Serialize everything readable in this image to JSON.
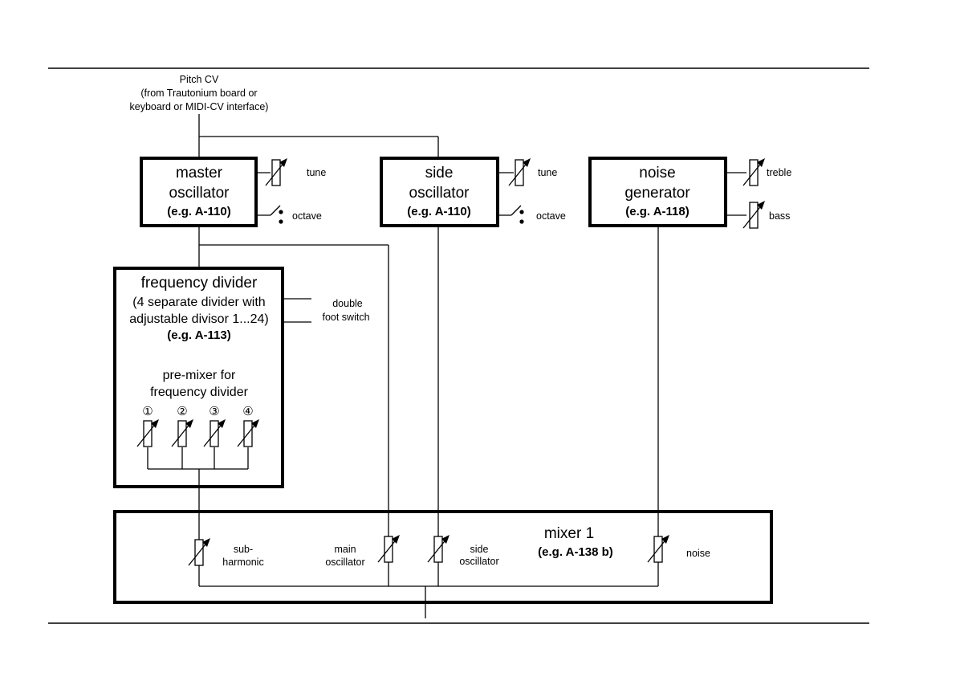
{
  "pitch_cv": {
    "line1": "Pitch CV",
    "line2": "(from Trautonium board or",
    "line3": "keyboard or MIDI-CV interface)"
  },
  "master_osc": {
    "line1": "master",
    "line2": "oscillator",
    "model": "(e.g. A-110)",
    "tune_label": "tune",
    "octave_label": "octave"
  },
  "side_osc": {
    "line1": "side",
    "line2": "oscillator",
    "model": "(e.g. A-110)",
    "tune_label": "tune",
    "octave_label": "octave"
  },
  "noise_gen": {
    "line1": "noise",
    "line2": "generator",
    "model": "(e.g. A-118)",
    "treble_label": "treble",
    "bass_label": "bass"
  },
  "freq_divider": {
    "title": "frequency divider",
    "desc1": "(4 separate divider with",
    "desc2": "adjustable divisor 1...24)",
    "model": "(e.g. A-113)",
    "premix1": "pre-mixer for",
    "premix2": "frequency divider",
    "channels": [
      "①",
      "②",
      "③",
      "④"
    ],
    "double_label": "double",
    "foot_label": "foot switch"
  },
  "mixer": {
    "title": "mixer 1",
    "model": "(e.g. A-138 b)",
    "sub1": "sub-",
    "sub2": "harmonic",
    "main1": "main",
    "main2": "oscillator",
    "side1": "side",
    "side2": "oscillator",
    "noise": "noise"
  }
}
